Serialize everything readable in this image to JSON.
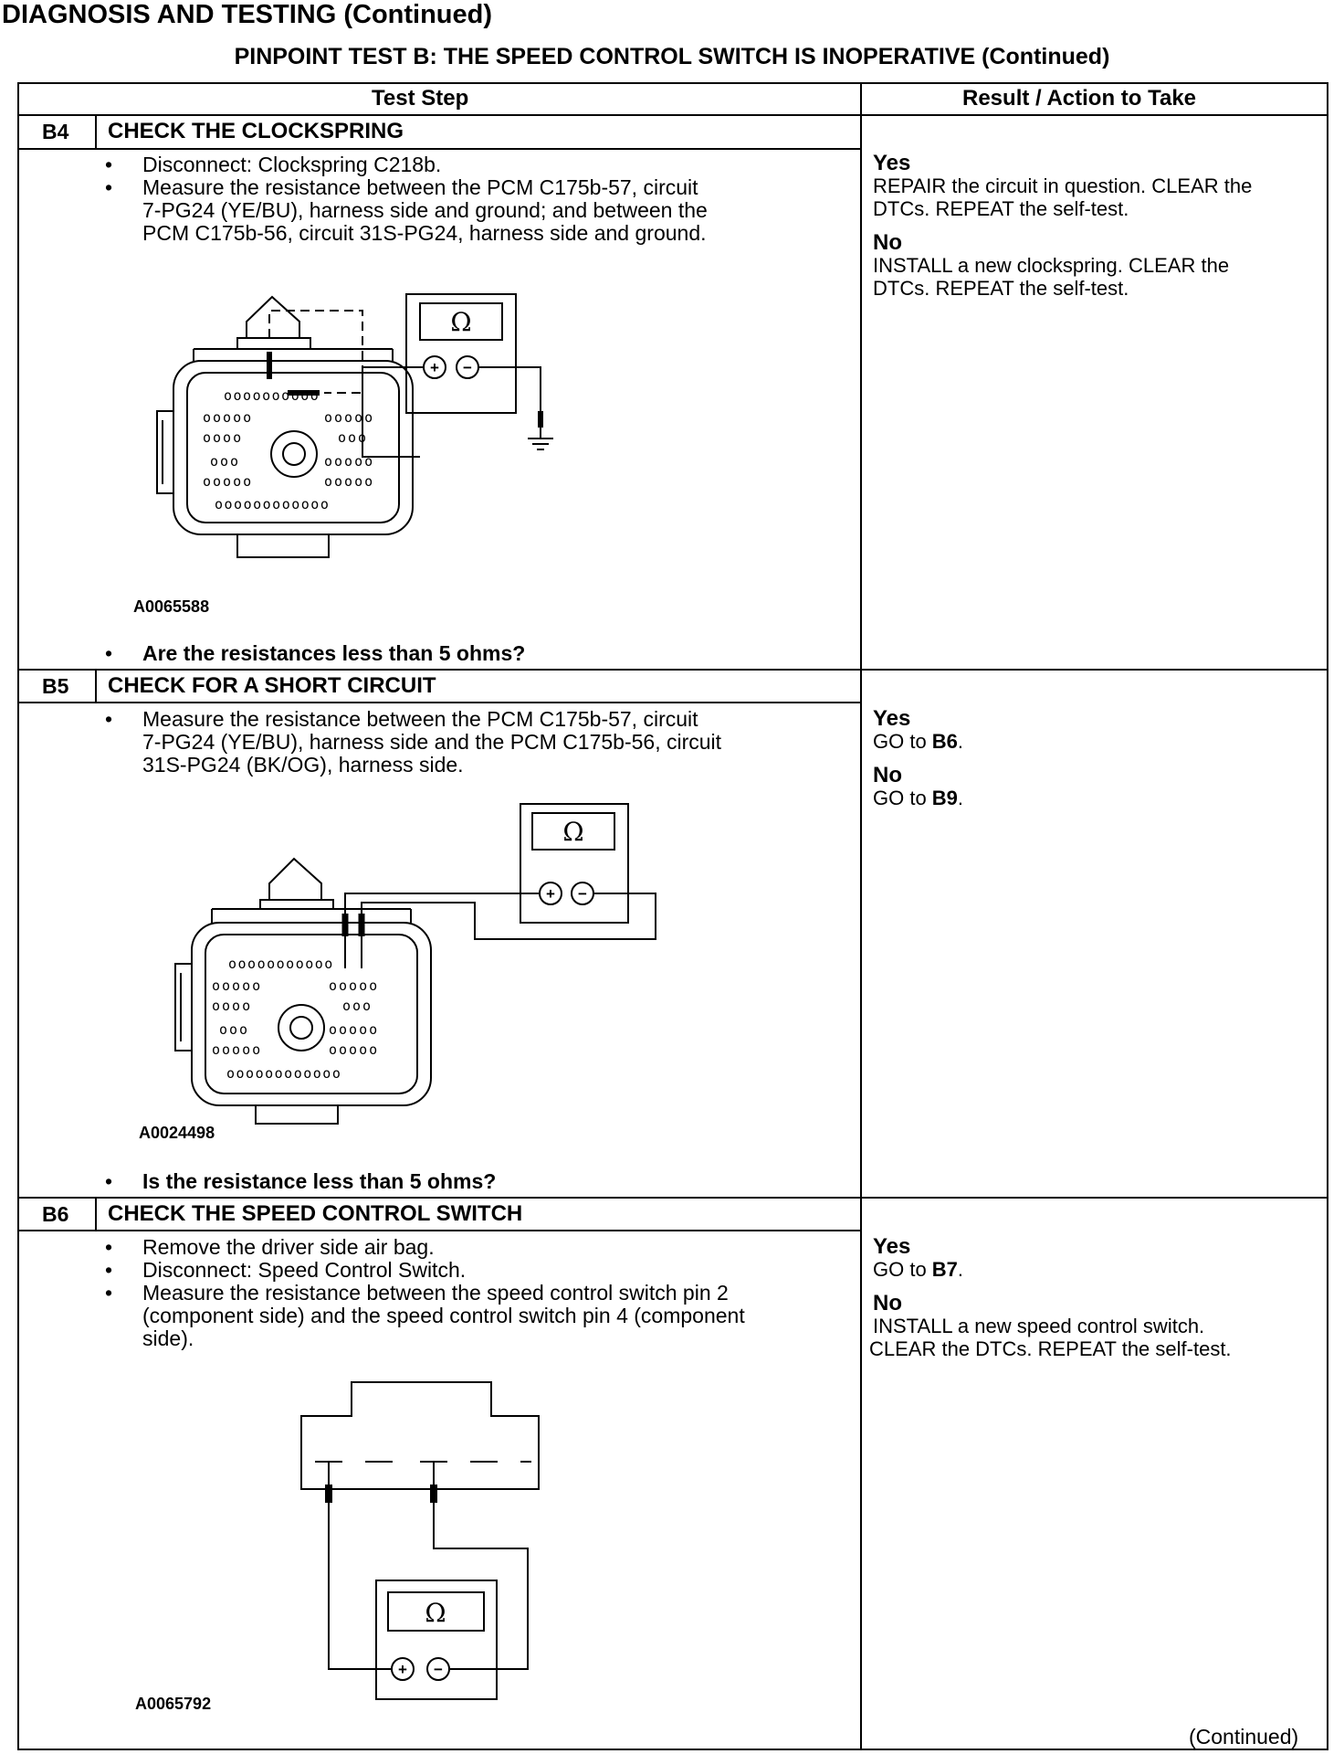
{
  "page_title": "DIAGNOSIS AND TESTING (Continued)",
  "sub_title": "PINPOINT TEST B: THE SPEED CONTROL SWITCH IS INOPERATIVE (Continued)",
  "table": {
    "col_test_step": "Test Step",
    "col_result": "Result / Action to Take"
  },
  "steps": {
    "b4": {
      "id": "B4",
      "title": "CHECK THE CLOCKSPRING",
      "lines": [
        "Disconnect: Clockspring C218b.",
        "Measure the resistance between the PCM C175b-57, circuit",
        "7-PG24 (YE/BU), harness side and ground; and between the",
        "PCM C175b-56, circuit 31S-PG24, harness side and ground."
      ],
      "figure_id": "A0065588",
      "question": "Are the resistances less than 5 ohms?",
      "yes_label": "Yes",
      "yes_lines": [
        "REPAIR the circuit in question. CLEAR the",
        "DTCs. REPEAT the self-test."
      ],
      "no_label": "No",
      "no_lines": [
        "INSTALL a new clockspring. CLEAR the",
        "DTCs. REPEAT the self-test."
      ]
    },
    "b5": {
      "id": "B5",
      "title": "CHECK FOR A SHORT CIRCUIT",
      "lines": [
        "Measure the resistance between the PCM C175b-57, circuit",
        "7-PG24 (YE/BU), harness side and the PCM C175b-56, circuit",
        "31S-PG24 (BK/OG), harness side."
      ],
      "figure_id": "A0024498",
      "question": "Is the resistance less than 5 ohms?",
      "yes_label": "Yes",
      "yes_text": "GO to ",
      "yes_target": "B6",
      "no_label": "No",
      "no_text": "GO to ",
      "no_target": "B9"
    },
    "b6": {
      "id": "B6",
      "title": "CHECK THE SPEED CONTROL SWITCH",
      "lines": [
        "Remove the driver side air bag.",
        "Disconnect: Speed Control Switch.",
        "Measure the resistance between the speed control switch pin 2",
        "(component side) and the speed control switch pin 4 (component",
        "side)."
      ],
      "figure_id": "A0065792",
      "yes_label": "Yes",
      "yes_text": "GO to ",
      "yes_target": "B7",
      "no_label": "No",
      "no_lines": [
        "INSTALL a new speed control switch.",
        "CLEAR the DTCs. REPEAT the self-test."
      ]
    }
  },
  "meter_symbol": "Ω",
  "meter_plus": "+",
  "meter_minus": "−",
  "footer": "(Continued)"
}
